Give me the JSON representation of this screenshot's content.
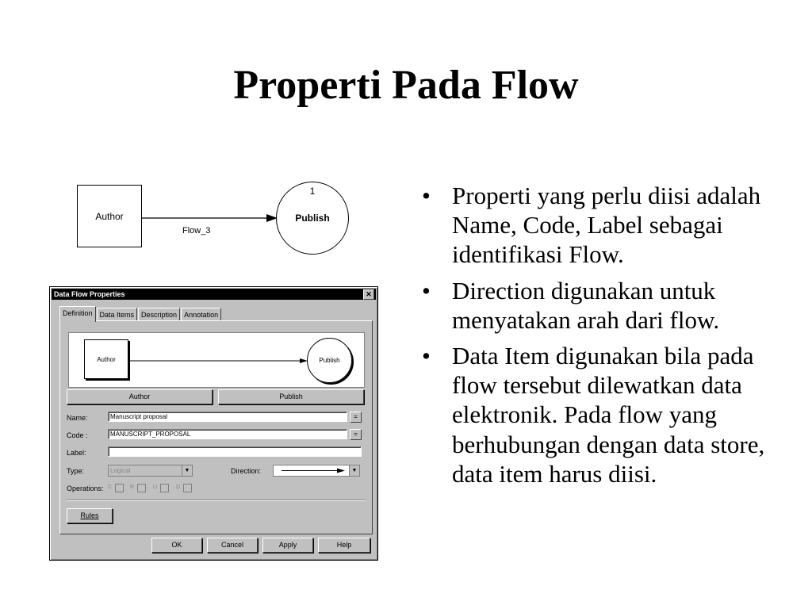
{
  "slide": {
    "title": "Properti Pada Flow",
    "bullets": [
      "Properti yang perlu diisi adalah Name, Code, Label sebagai identifikasi Flow.",
      "Direction digunakan untuk menyatakan arah dari flow.",
      "Data Item digunakan bila pada flow tersebut dilewatkan data elektronik. Pada flow yang berhubungan dengan data store, data item harus diisi."
    ]
  },
  "diagram": {
    "entity_label": "Author",
    "process_number": "1",
    "process_label": "Publish",
    "flow_label": "Flow_3"
  },
  "dialog": {
    "title": "Data Flow Properties",
    "close_glyph": "✕",
    "tabs": [
      "Definition",
      "Data Items",
      "Description",
      "Annotation"
    ],
    "preview": {
      "entity_label": "Author",
      "process_label": "Publish"
    },
    "source_button": "Author",
    "target_button": "Publish",
    "fields": {
      "name_label": "Name:",
      "name_value": "Manuscript proposal",
      "code_label": "Code :",
      "code_value": "MANUSCRIPT_PROPOSAL",
      "label_label": "Label:",
      "label_value": "",
      "type_label": "Type:",
      "type_value": "Logical",
      "direction_label": "Direction:",
      "operations_label": "Operations:",
      "operations": [
        "C",
        "R",
        "U",
        "D"
      ],
      "equals_glyph": "="
    },
    "rules_button": "Rules",
    "buttons": {
      "ok": "OK",
      "cancel": "Cancel",
      "apply": "Apply",
      "help": "Help"
    },
    "dropdown_glyph": "▼"
  }
}
